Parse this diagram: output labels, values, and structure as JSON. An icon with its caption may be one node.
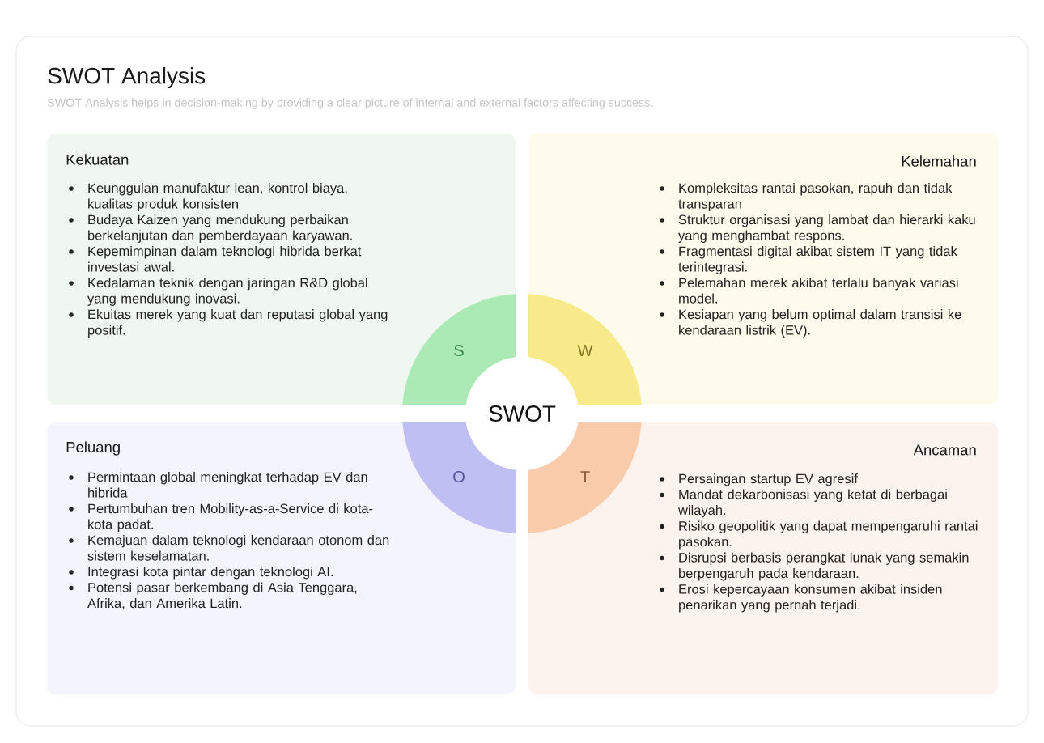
{
  "diagram": {
    "title": "SWOT Analysis",
    "caption": "SWOT Analysis helps in decision-making by providing a clear picture of internal and external factors affecting success.",
    "nodes": [
      {
        "text": [
          "Kekuatan",
          "Keunggulan manufaktur lean, kontrol biaya, kualitas produk konsisten",
          "Budaya Kaizen yang mendukung perbaikan berkelanjutan dan pemberdayaan karyawan.",
          "Kepemimpinan dalam teknologi hibrida berkat investasi awal.",
          "Kedalaman teknik dengan jaringan R&D global yang mendukung inovasi.",
          "Ekuitas merek yang kuat dan reputasi global yang positif."
        ]
      },
      {
        "text": [
          "Kelemahan",
          "Kompleksitas rantai pasokan, rapuh dan tidak transparan",
          "Struktur organisasi yang lambat dan hierarki kaku yang menghambat respons.",
          "Fragmentasi digital akibat sistem IT yang tidak terintegrasi.",
          "Pelemahan merek akibat terlalu banyak variasi model.",
          "Kesiapan yang belum optimal dalam transisi ke kendaraan listrik (EV)."
        ]
      },
      {
        "text": [
          "S"
        ],
        "in": 0
      },
      {
        "text": [
          "W"
        ],
        "in": 1
      },
      {
        "text": [
          "SWOT"
        ]
      },
      {
        "text": [
          "Peluang",
          "Permintaan global meningkat terhadap EV dan hibrida",
          "Pertumbuhan tren Mobility-as-a-Service di kota-kota padat.",
          "Kemajuan dalam teknologi kendaraan otonom dan sistem keselamatan.",
          "Integrasi kota pintar dengan teknologi AI.",
          "Potensi pasar berkembang di Asia Tenggara, Afrika, dan Amerika Latin."
        ]
      },
      {
        "text": [
          "Ancaman",
          "Persaingan startup EV agresif",
          "Mandat dekarbonisasi yang ketat di berbagai wilayah.",
          "Risiko geopolitik yang dapat mempengaruhi rantai pasokan.",
          "Disrupsi berbasis perangkat lunak yang semakin berpengaruh pada kendaraan.",
          "Erosi kepercayaan konsumen akibat insiden penarikan yang pernah terjadi."
        ]
      },
      {
        "text": [
          "O"
        ],
        "in": 5
      },
      {
        "text": [
          "T"
        ],
        "in": 6
      }
    ]
  }
}
